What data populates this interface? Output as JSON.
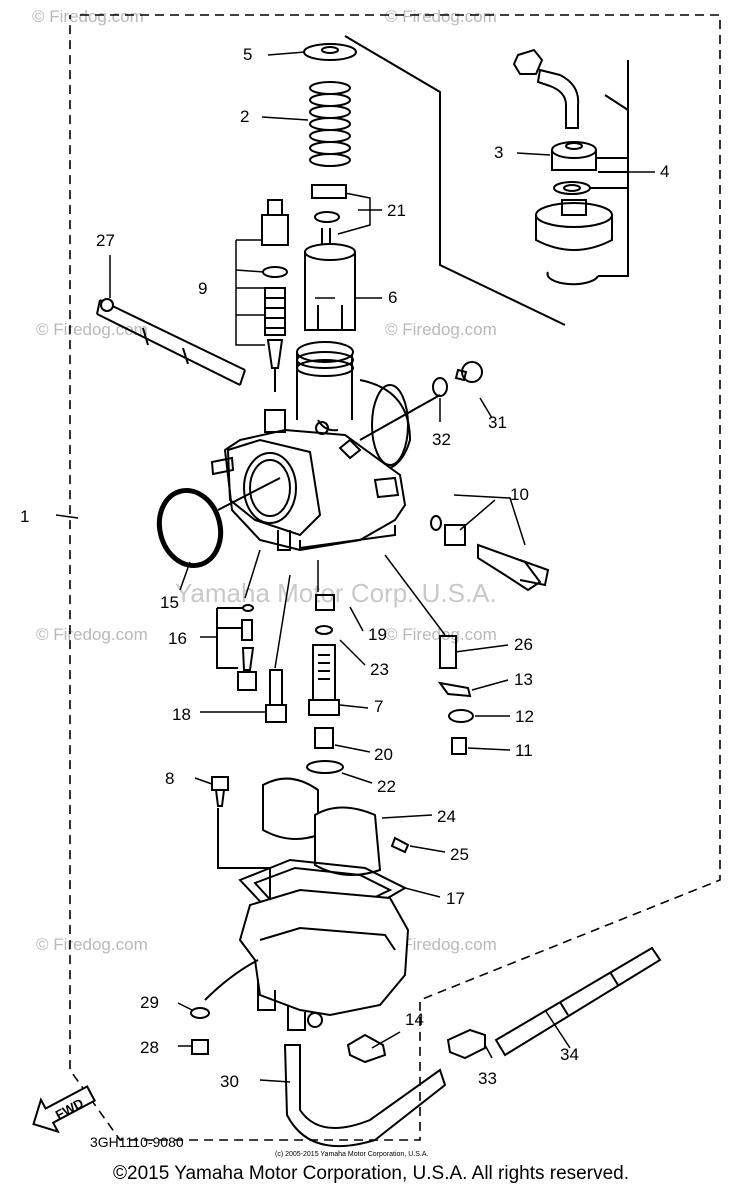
{
  "callouts": [
    {
      "id": "1",
      "label": "1"
    },
    {
      "id": "2",
      "label": "2"
    },
    {
      "id": "3",
      "label": "3"
    },
    {
      "id": "4",
      "label": "4"
    },
    {
      "id": "5",
      "label": "5"
    },
    {
      "id": "6",
      "label": "6"
    },
    {
      "id": "7",
      "label": "7"
    },
    {
      "id": "8",
      "label": "8"
    },
    {
      "id": "9",
      "label": "9"
    },
    {
      "id": "10",
      "label": "10"
    },
    {
      "id": "11",
      "label": "11"
    },
    {
      "id": "12",
      "label": "12"
    },
    {
      "id": "13",
      "label": "13"
    },
    {
      "id": "14",
      "label": "14"
    },
    {
      "id": "15",
      "label": "15"
    },
    {
      "id": "16",
      "label": "16"
    },
    {
      "id": "17",
      "label": "17"
    },
    {
      "id": "18",
      "label": "18"
    },
    {
      "id": "19",
      "label": "19"
    },
    {
      "id": "20",
      "label": "20"
    },
    {
      "id": "21",
      "label": "21"
    },
    {
      "id": "22",
      "label": "22"
    },
    {
      "id": "23",
      "label": "23"
    },
    {
      "id": "24",
      "label": "24"
    },
    {
      "id": "25",
      "label": "25"
    },
    {
      "id": "26",
      "label": "26"
    },
    {
      "id": "27",
      "label": "27"
    },
    {
      "id": "28",
      "label": "28"
    },
    {
      "id": "29",
      "label": "29"
    },
    {
      "id": "30",
      "label": "30"
    },
    {
      "id": "31",
      "label": "31"
    },
    {
      "id": "32",
      "label": "32"
    },
    {
      "id": "33",
      "label": "33"
    },
    {
      "id": "34",
      "label": "34"
    }
  ],
  "watermark": "© Firedog.com",
  "watermark_center": "Yamaha Motor Corp. U.S.A.",
  "fwd_label": "FWD",
  "part_code": "3GH1110-9080",
  "small_notice": "(c) 2005-2015 Yamaha Motor Corporation, U.S.A.",
  "copyright": "©2015 Yamaha Motor Corporation, U.S.A. All rights reserved.",
  "colors": {
    "ink": "#000000",
    "watermark": "#b9b9b9",
    "background": "#ffffff"
  }
}
